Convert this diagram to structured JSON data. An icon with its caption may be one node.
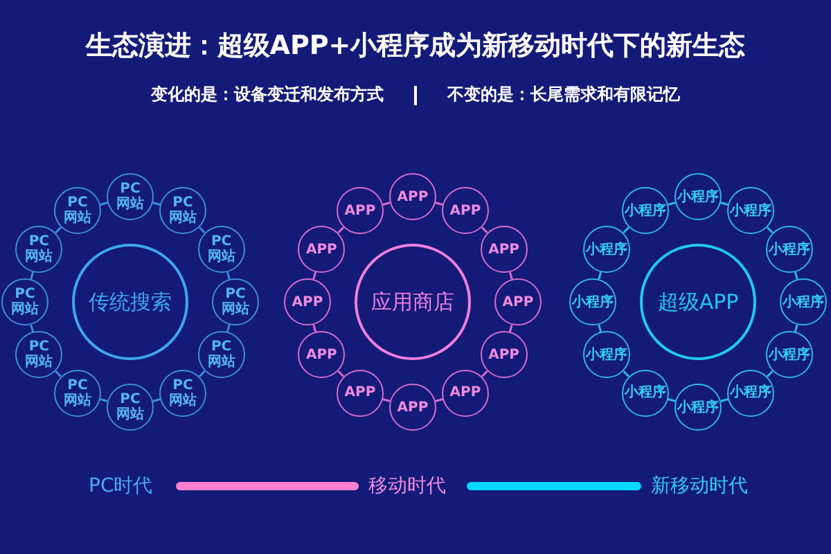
{
  "diagram": {
    "title": "生态演进：超级APP+小程序成为新移动时代下的新生态",
    "labels": [
      "变化的是：设备变迁和发布方式",
      "不变的是：长尾需求和有限记忆"
    ],
    "nodes": [
      {
        "text": [
          "传统搜索"
        ]
      },
      {
        "text": [
          "PC网站"
        ]
      },
      {
        "text": [
          "PC网站"
        ]
      },
      {
        "text": [
          "PC网站"
        ]
      },
      {
        "text": [
          "PC网站"
        ]
      },
      {
        "text": [
          "PC网站"
        ]
      },
      {
        "text": [
          "PC网站"
        ]
      },
      {
        "text": [
          "PC网站"
        ]
      },
      {
        "text": [
          "PC网站"
        ]
      },
      {
        "text": [
          "PC网站"
        ]
      },
      {
        "text": [
          "PC网站"
        ]
      },
      {
        "text": [
          "PC网站"
        ]
      },
      {
        "text": [
          "PC网站"
        ]
      },
      {
        "text": [
          "应用商店"
        ]
      },
      {
        "text": [
          "APP"
        ]
      },
      {
        "text": [
          "APP"
        ]
      },
      {
        "text": [
          "APP"
        ]
      },
      {
        "text": [
          "APP"
        ]
      },
      {
        "text": [
          "APP"
        ]
      },
      {
        "text": [
          "APP"
        ]
      },
      {
        "text": [
          "APP"
        ]
      },
      {
        "text": [
          "APP"
        ]
      },
      {
        "text": [
          "APP"
        ]
      },
      {
        "text": [
          "APP"
        ]
      },
      {
        "text": [
          "APP"
        ]
      },
      {
        "text": [
          "APP"
        ]
      },
      {
        "text": [
          "超级APP"
        ]
      },
      {
        "text": [
          "小程序"
        ]
      },
      {
        "text": [
          "小程序"
        ]
      },
      {
        "text": [
          "小程序"
        ]
      },
      {
        "text": [
          "小程序"
        ]
      },
      {
        "text": [
          "小程序"
        ]
      },
      {
        "text": [
          "小程序"
        ]
      },
      {
        "text": [
          "小程序"
        ]
      },
      {
        "text": [
          "小程序"
        ]
      },
      {
        "text": [
          "小程序"
        ]
      },
      {
        "text": [
          "小程序"
        ]
      },
      {
        "text": [
          "小程序"
        ]
      },
      {
        "text": [
          "小程序"
        ]
      },
      {
        "text": [
          "PC时代"
        ]
      },
      {
        "text": [
          "移动时代"
        ]
      },
      {
        "text": [
          "新移动时代"
        ]
      }
    ],
    "edges": [
      {
        "from": 1,
        "to": 2,
        "arrow": "none",
        "color": "#3d8fd6"
      },
      {
        "from": 2,
        "to": 3,
        "arrow": "none",
        "color": "#3d8fd6"
      },
      {
        "from": 3,
        "to": 4,
        "arrow": "none",
        "color": "#3d8fd6"
      },
      {
        "from": 4,
        "to": 5,
        "arrow": "none",
        "color": "#3d8fd6"
      },
      {
        "from": 5,
        "to": 6,
        "arrow": "none",
        "color": "#3d8fd6"
      },
      {
        "from": 6,
        "to": 7,
        "arrow": "none",
        "color": "#3d8fd6"
      },
      {
        "from": 7,
        "to": 8,
        "arrow": "none",
        "color": "#3d8fd6"
      },
      {
        "from": 8,
        "to": 9,
        "arrow": "none",
        "color": "#3d8fd6"
      },
      {
        "from": 9,
        "to": 10,
        "arrow": "none",
        "color": "#3d8fd6"
      },
      {
        "from": 10,
        "to": 11,
        "arrow": "none",
        "color": "#3d8fd6"
      },
      {
        "from": 11,
        "to": 12,
        "arrow": "none",
        "color": "#3d8fd6"
      },
      {
        "from": 12,
        "to": 1,
        "arrow": "none",
        "color": "#3d8fd6"
      },
      {
        "from": 14,
        "to": 15,
        "arrow": "none",
        "color": "#d86ad0"
      },
      {
        "from": 15,
        "to": 16,
        "arrow": "none",
        "color": "#d86ad0"
      },
      {
        "from": 16,
        "to": 17,
        "arrow": "none",
        "color": "#d86ad0"
      },
      {
        "from": 17,
        "to": 18,
        "arrow": "none",
        "color": "#d86ad0"
      },
      {
        "from": 18,
        "to": 19,
        "arrow": "none",
        "color": "#d86ad0"
      },
      {
        "from": 19,
        "to": 20,
        "arrow": "none",
        "color": "#d86ad0"
      },
      {
        "from": 20,
        "to": 21,
        "arrow": "none",
        "color": "#d86ad0"
      },
      {
        "from": 21,
        "to": 22,
        "arrow": "none",
        "color": "#d86ad0"
      },
      {
        "from": 22,
        "to": 23,
        "arrow": "none",
        "color": "#d86ad0"
      },
      {
        "from": 23,
        "to": 24,
        "arrow": "none",
        "color": "#d86ad0"
      },
      {
        "from": 24,
        "to": 25,
        "arrow": "none",
        "color": "#d86ad0"
      },
      {
        "from": 25,
        "to": 14,
        "arrow": "none",
        "color": "#d86ad0"
      },
      {
        "from": 27,
        "to": 28,
        "arrow": "none",
        "color": "#2fb6e6"
      },
      {
        "from": 28,
        "to": 29,
        "arrow": "none",
        "color": "#2fb6e6"
      },
      {
        "from": 29,
        "to": 30,
        "arrow": "none",
        "color": "#2fb6e6"
      },
      {
        "from": 30,
        "to": 31,
        "arrow": "none",
        "color": "#2fb6e6"
      },
      {
        "from": 31,
        "to": 32,
        "arrow": "none",
        "color": "#2fb6e6"
      },
      {
        "from": 32,
        "to": 33,
        "arrow": "none",
        "color": "#2fb6e6"
      },
      {
        "from": 33,
        "to": 34,
        "arrow": "none",
        "color": "#2fb6e6"
      },
      {
        "from": 34,
        "to": 35,
        "arrow": "none",
        "color": "#2fb6e6"
      },
      {
        "from": 35,
        "to": 36,
        "arrow": "none",
        "color": "#2fb6e6"
      },
      {
        "from": 36,
        "to": 37,
        "arrow": "none",
        "color": "#2fb6e6"
      },
      {
        "from": 37,
        "to": 38,
        "arrow": "none",
        "color": "#2fb6e6"
      },
      {
        "from": 38,
        "to": 27,
        "arrow": "none",
        "color": "#2fb6e6"
      },
      {
        "from": 39,
        "to": 40,
        "arrow": "none",
        "style": "thick",
        "color": "#ff7fd0"
      },
      {
        "from": 40,
        "to": 41,
        "arrow": "none",
        "style": "thick",
        "color": "#00d8ff"
      }
    ]
  }
}
